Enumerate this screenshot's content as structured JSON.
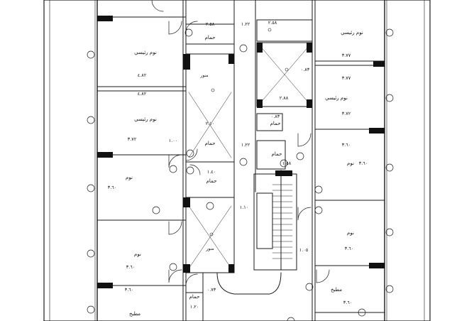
{
  "drawing": {
    "rooms": [
      {
        "id": "r1",
        "text": "نوم رئيسي"
      },
      {
        "id": "r2",
        "text": "نوم رئيسي"
      },
      {
        "id": "r3",
        "text": "نوم"
      },
      {
        "id": "r4",
        "text": "نوم"
      },
      {
        "id": "r5",
        "text": "مطبخ"
      },
      {
        "id": "r6",
        "text": "حمام"
      },
      {
        "id": "r7",
        "text": "حمام"
      },
      {
        "id": "r8",
        "text": "حمام"
      },
      {
        "id": "r9",
        "text": "منور"
      },
      {
        "id": "r10",
        "text": "منور"
      },
      {
        "id": "r11",
        "text": "حمام"
      },
      {
        "id": "r12",
        "text": "حمام"
      },
      {
        "id": "r13",
        "text": "نوم رئيسي"
      },
      {
        "id": "r14",
        "text": "نوم رئيسي"
      },
      {
        "id": "r15",
        "text": "نوم"
      },
      {
        "id": "r16",
        "text": "نوم"
      },
      {
        "id": "r17",
        "text": "مطبخ"
      },
      {
        "id": "r18",
        "text": "حمام"
      }
    ],
    "dims": [
      {
        "id": "d1",
        "text": "٤.٨٢"
      },
      {
        "id": "d2",
        "text": "٤.٨٢"
      },
      {
        "id": "d3",
        "text": "٣.٧٢"
      },
      {
        "id": "d4",
        "text": "٣.٦٠"
      },
      {
        "id": "d5",
        "text": "٣.٦٠"
      },
      {
        "id": "d6",
        "text": "٣.٦٠"
      },
      {
        "id": "d7",
        "text": "٣.٧٧"
      },
      {
        "id": "d8",
        "text": "٣.٧٧"
      },
      {
        "id": "d9",
        "text": "٣.٧٢"
      },
      {
        "id": "d10",
        "text": "٣.٦٠"
      },
      {
        "id": "d11",
        "text": "٣.٦٠"
      },
      {
        "id": "d12",
        "text": "٣.٦٠"
      },
      {
        "id": "d13",
        "text": "١.٢٢"
      },
      {
        "id": "d14",
        "text": "١.٢٢"
      },
      {
        "id": "d15",
        "text": "٢.٨٨"
      },
      {
        "id": "d16",
        "text": "٢.١٠"
      },
      {
        "id": "d17",
        "text": "٢.٥٨"
      },
      {
        "id": "d18",
        "text": "٠.٨٣"
      },
      {
        "id": "d19",
        "text": "١.٤٠"
      },
      {
        "id": "d20",
        "text": "١.٠٥"
      },
      {
        "id": "d21",
        "text": "١.١٠"
      },
      {
        "id": "d22",
        "text": "١.٢٠"
      },
      {
        "id": "d23",
        "text": "٣.٦٠"
      },
      {
        "id": "d24",
        "text": "١.٥٨"
      },
      {
        "id": "d25",
        "text": "٢.٥٨"
      },
      {
        "id": "d26",
        "text": "٠.٧٣"
      },
      {
        "id": "d27",
        "text": "٠.٨٣"
      },
      {
        "id": "d28",
        "text": "١.٠٠"
      }
    ]
  }
}
